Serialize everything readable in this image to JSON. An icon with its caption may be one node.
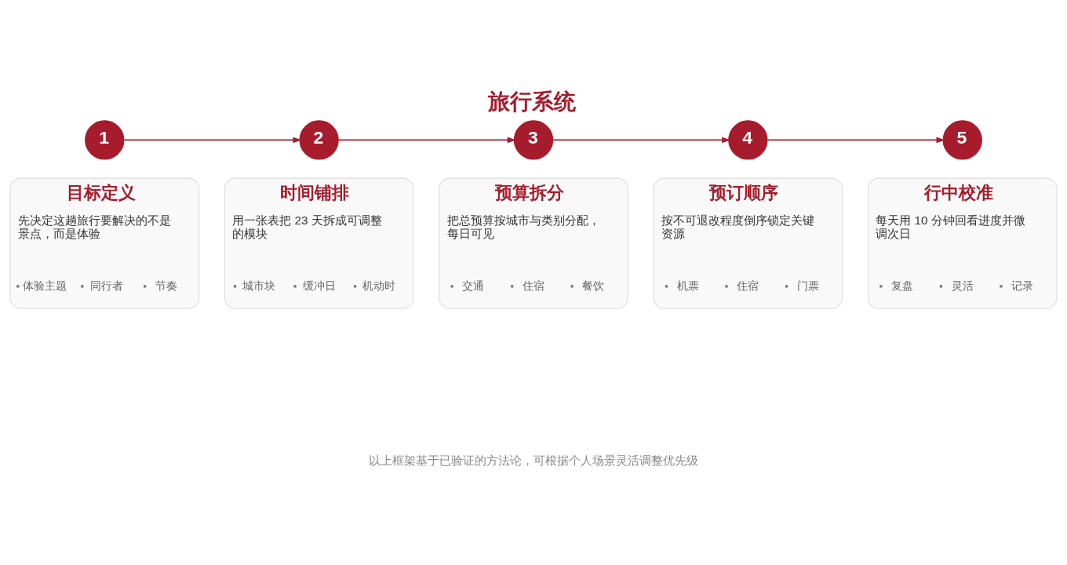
{
  "diagram": {
    "title": "旅行系统",
    "caption": "以上框架基于已验证的方法论，可根据个人场景灵活调整优先级",
    "nodes": [
      {
        "text": [
          "1"
        ]
      },
      {
        "text": [
          "2"
        ]
      },
      {
        "text": [
          "3"
        ]
      },
      {
        "text": [
          "4"
        ]
      },
      {
        "text": [
          "5"
        ]
      },
      {
        "text": [
          "目标定义",
          "先决定这趟旅行要解决的不是景点，而是体验",
          "体验主题",
          "同行者",
          "节奏"
        ]
      },
      {
        "text": [
          "时间铺排",
          "用一张表把 23 天拆成可调整的模块",
          "城市块",
          "缓冲日",
          "机动时"
        ]
      },
      {
        "text": [
          "预算拆分",
          "把总预算按城市与类别分配，每日可见",
          "交通",
          "住宿",
          "餐饮"
        ]
      },
      {
        "text": [
          "预订顺序",
          "按不可退改程度倒序锁定关键资源",
          "机票",
          "住宿",
          "门票"
        ]
      },
      {
        "text": [
          "行中校准",
          "每天用 10 分钟回看进度并微调次日",
          "复盘",
          "灵活",
          "记录"
        ]
      }
    ],
    "edges": [
      {
        "from": 0,
        "to": 1,
        "arrow": "to"
      },
      {
        "from": 1,
        "to": 2,
        "arrow": "to"
      },
      {
        "from": 2,
        "to": 3,
        "arrow": "to"
      },
      {
        "from": 3,
        "to": 4,
        "arrow": "to"
      }
    ]
  }
}
